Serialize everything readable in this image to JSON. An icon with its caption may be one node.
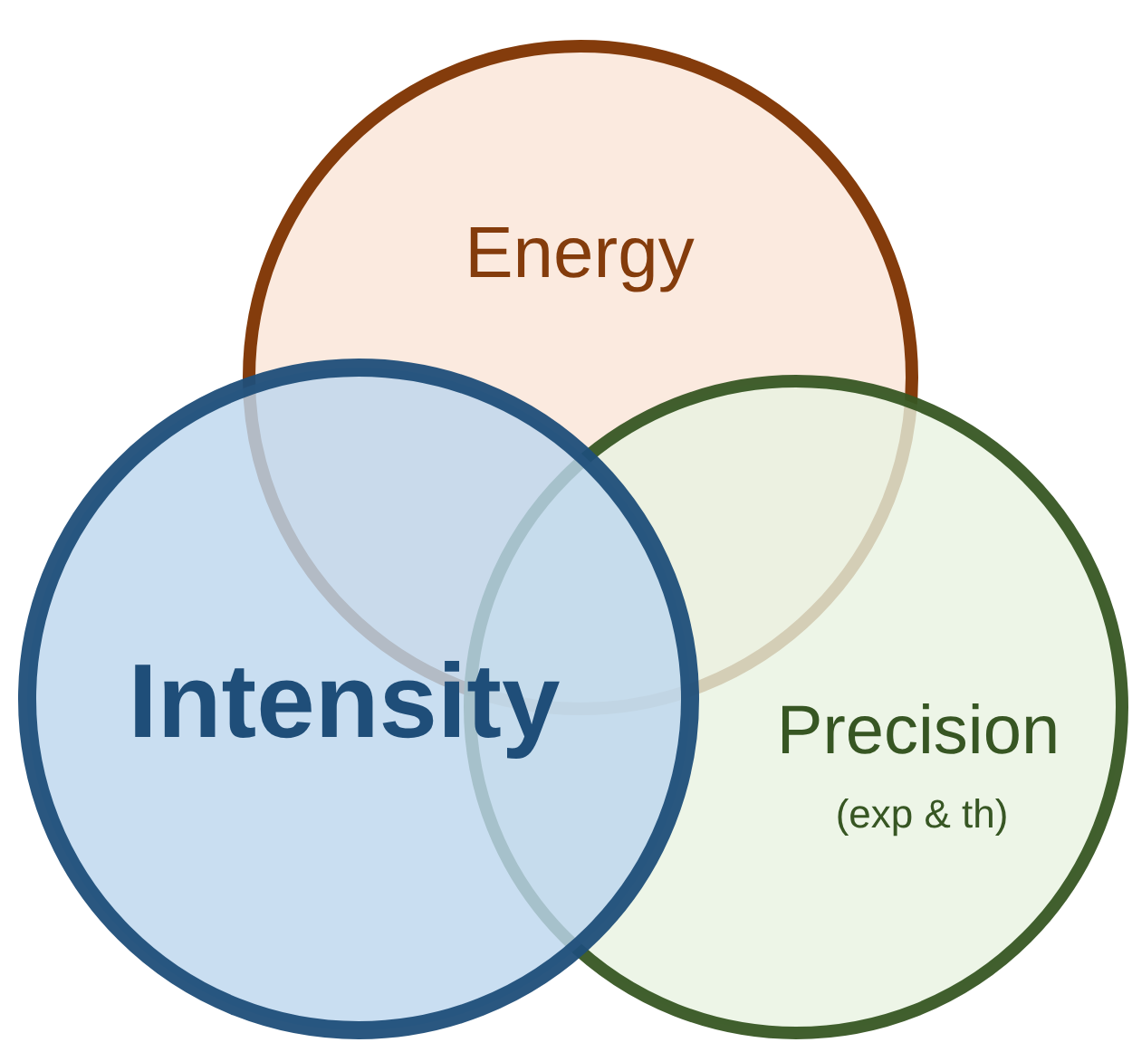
{
  "diagram": {
    "nodes": [
      {
        "text": [
          "Energy"
        ]
      },
      {
        "text": [
          "Intensity"
        ]
      },
      {
        "text": [
          "Precision",
          "(exp & th)"
        ]
      }
    ]
  }
}
